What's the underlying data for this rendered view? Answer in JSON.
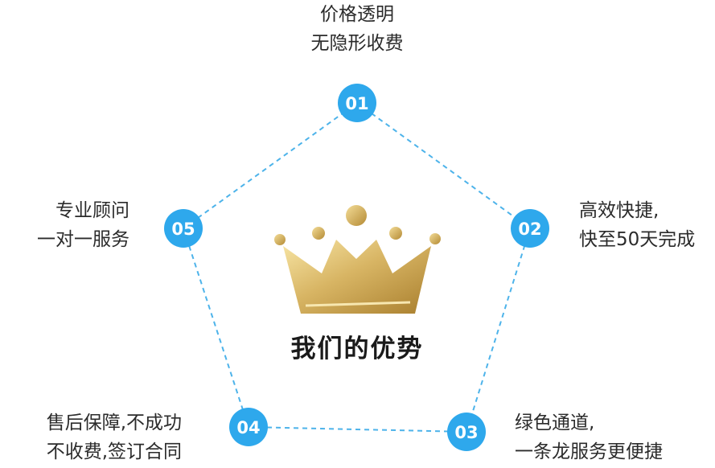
{
  "accent_color": "#2ea8ec",
  "dash_color": "#4db3ea",
  "crown_colors": [
    "#f6e3a2",
    "#d9b868",
    "#b48a34"
  ],
  "center_title": "我们的优势",
  "nodes": [
    {
      "number": "01",
      "lines": [
        "价格透明",
        "无隐形收费"
      ]
    },
    {
      "number": "02",
      "lines": [
        "高效快捷,",
        "快至50天完成"
      ]
    },
    {
      "number": "03",
      "lines": [
        "绿色通道,",
        "一条龙服务更便捷"
      ]
    },
    {
      "number": "04",
      "lines": [
        "售后保障,不成功",
        "不收费,签订合同"
      ]
    },
    {
      "number": "05",
      "lines": [
        "专业顾问",
        "一对一服务"
      ]
    }
  ]
}
